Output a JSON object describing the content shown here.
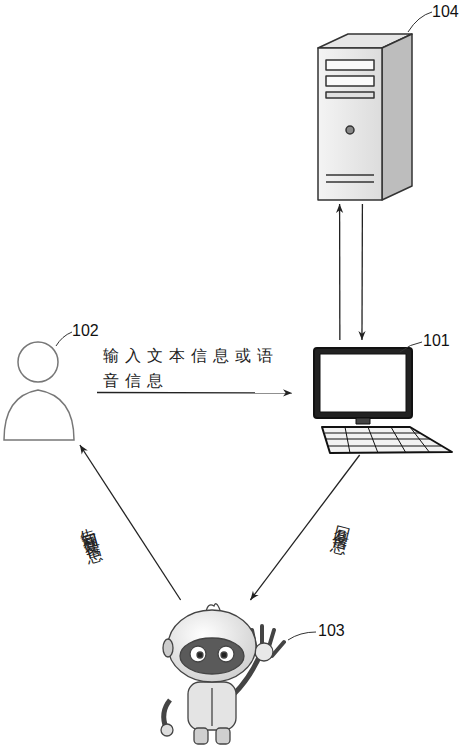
{
  "diagram": {
    "nodes": [
      {
        "text": [
          "104"
        ]
      },
      {
        "text": [
          "102"
        ]
      },
      {
        "text": [
          "101"
        ]
      },
      {
        "text": [
          "103"
        ]
      }
    ],
    "edges": [
      {
        "from": 2,
        "to": 0,
        "arrow": "to"
      },
      {
        "from": 0,
        "to": 2,
        "arrow": "to"
      },
      {
        "from": 1,
        "to": 2,
        "label": "输入文本信息或语音信息",
        "arrow": "to"
      },
      {
        "from": 2,
        "to": 3,
        "label": "回复信息",
        "arrow": "to"
      },
      {
        "from": 3,
        "to": 1,
        "label": "告知回复信息",
        "arrow": "to"
      }
    ]
  }
}
